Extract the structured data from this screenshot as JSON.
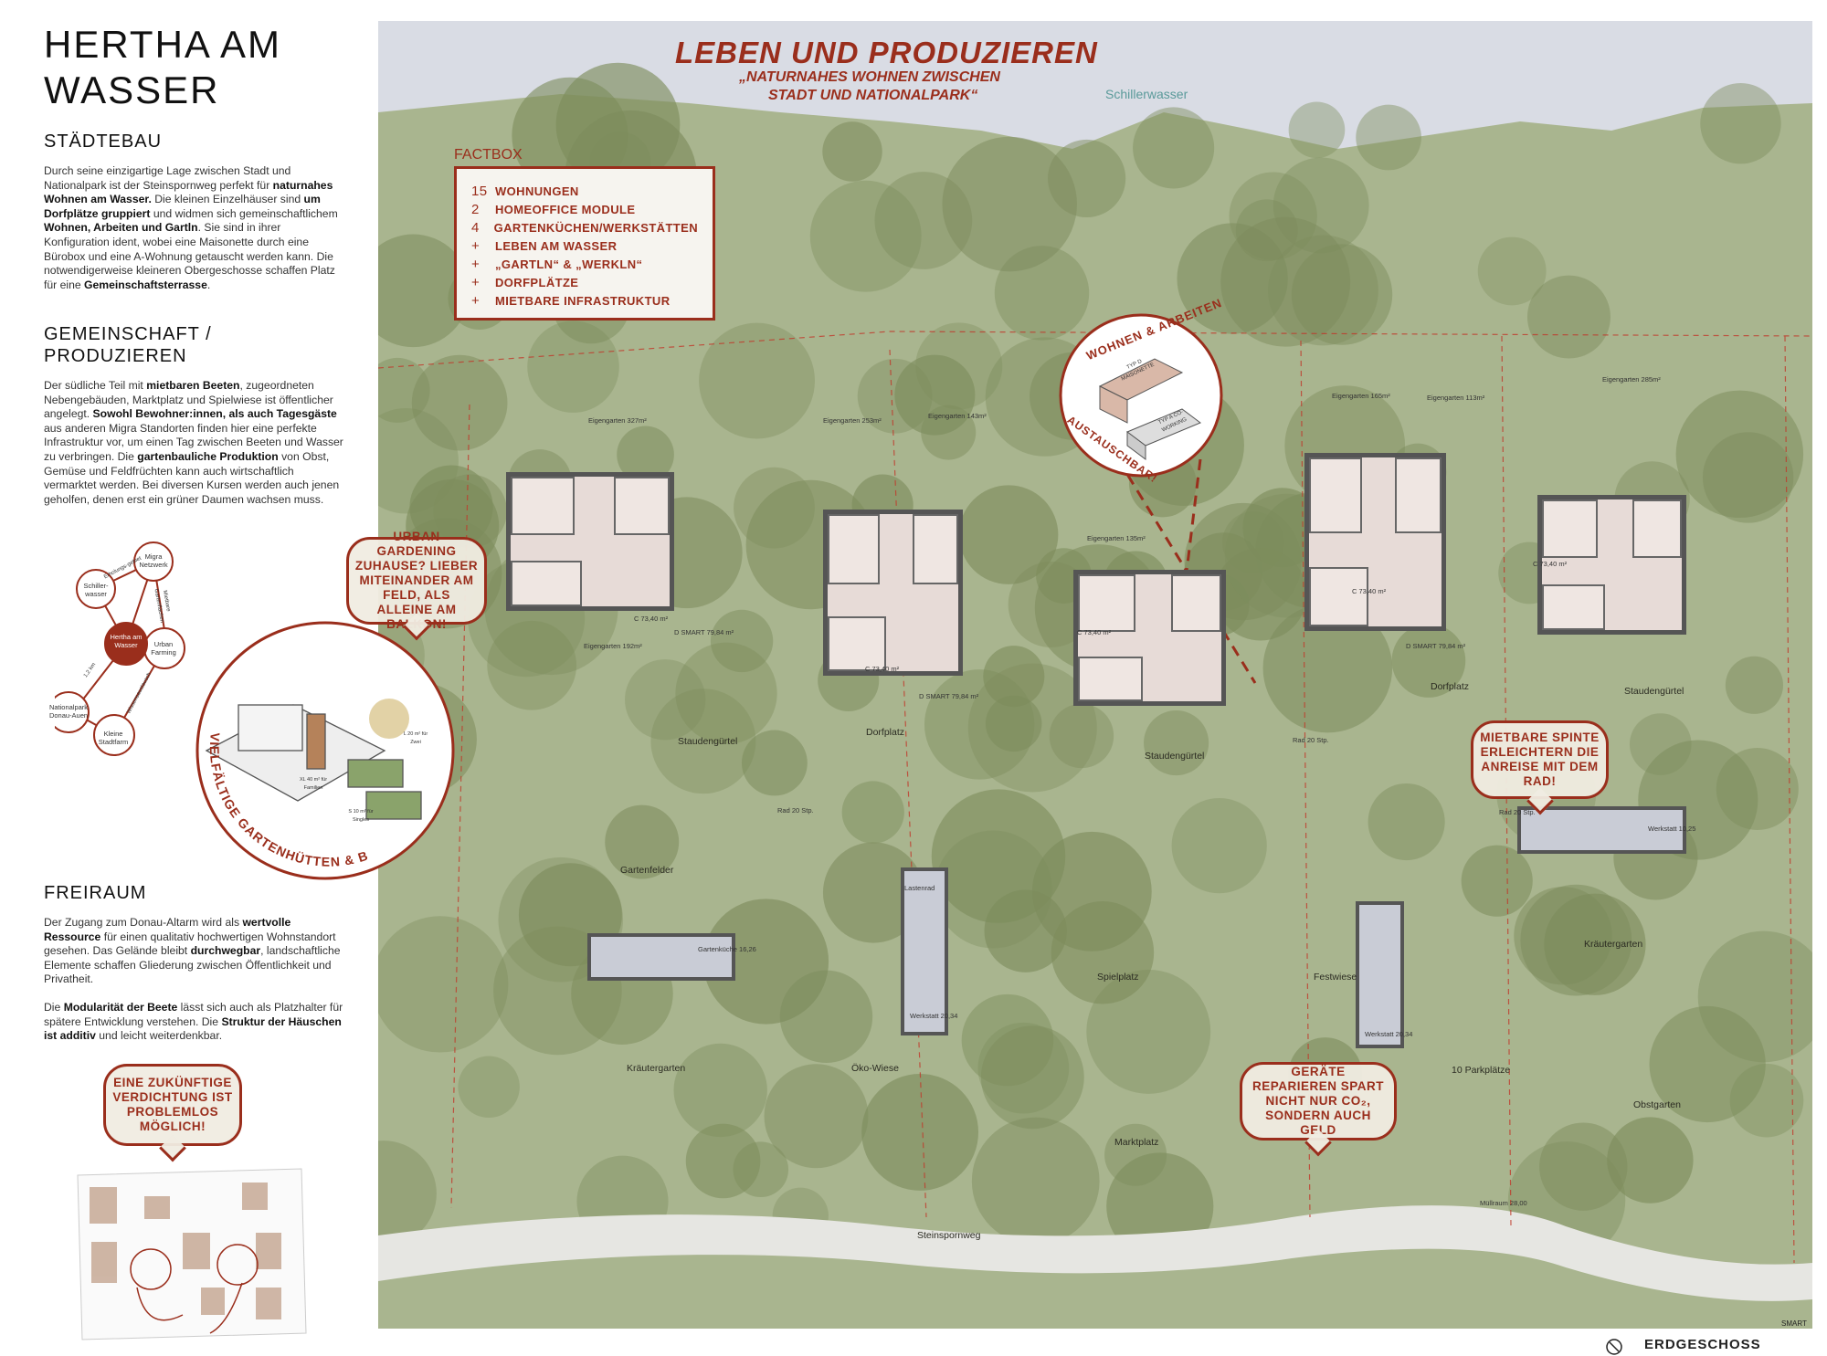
{
  "title": "HERTHA AM WASSER",
  "sections": [
    {
      "heading": "STÄDTEBAU",
      "paragraphs": [
        [
          {
            "t": "Durch seine einzigartige Lage zwischen Stadt und Nationalpark ist der Steinspornweg perfekt für "
          },
          {
            "t": "naturnahes Wohnen am Wasser.",
            "b": true
          },
          {
            "t": " Die kleinen Einzelhäuser sind "
          },
          {
            "t": "um Dorfplätze gruppiert",
            "b": true
          },
          {
            "t": " und widmen sich gemeinschaftlichem "
          },
          {
            "t": "Wohnen, Arbeiten und Gartln",
            "b": true
          },
          {
            "t": ". Sie sind in ihrer Konfiguration ident, wobei eine Maisonette durch eine Bürobox und eine A-Wohnung getauscht werden kann. Die notwendigerweise kleineren Obergeschosse schaffen Platz für eine "
          },
          {
            "t": "Gemeinschaftsterrasse",
            "b": true
          },
          {
            "t": "."
          }
        ]
      ]
    },
    {
      "heading": "GEMEINSCHAFT / PRODUZIEREN",
      "paragraphs": [
        [
          {
            "t": "Der südliche Teil mit "
          },
          {
            "t": "mietbaren Beeten",
            "b": true
          },
          {
            "t": ", zugeordneten Nebengebäuden,  Marktplatz und Spielwiese ist öffentlicher angelegt. "
          },
          {
            "t": "Sowohl Bewohner:innen, als auch Tagesgäste",
            "b": true
          },
          {
            "t": " aus anderen Migra Standorten finden hier eine perfekte Infrastruktur vor, um einen Tag zwischen Beeten und Wasser zu verbringen. Die "
          },
          {
            "t": "gartenbauliche Produktion",
            "b": true
          },
          {
            "t": " von Obst, Gemüse und Feldfrüchten kann auch wirtschaftlich vermarktet werden. Bei diversen Kursen werden auch jenen geholfen, denen erst ein grüner Daumen wachsen muss."
          }
        ]
      ]
    },
    {
      "heading": "FREIRAUM",
      "paragraphs": [
        [
          {
            "t": "Der Zugang zum Donau-Altarm wird als "
          },
          {
            "t": "wertvolle Ressource",
            "b": true
          },
          {
            "t": " für einen qualitativ hochwertigen Wohnstandort gesehen. Das Gelände bleibt "
          },
          {
            "t": "durchwegbar",
            "b": true
          },
          {
            "t": ", landschaftliche Elemente schaffen Gliederung zwischen Öffentlichkeit und Privatheit."
          }
        ],
        [
          {
            "t": "Die "
          },
          {
            "t": "Modularität der Beete",
            "b": true
          },
          {
            "t": " lässt sich auch als Platzhalter für spätere Entwicklung verstehen. Die "
          },
          {
            "t": "Struktur der Häuschen ist additiv",
            "b": true
          },
          {
            "t": " und leicht weiterdenkbar."
          }
        ]
      ]
    }
  ],
  "network": {
    "center": "Hertha am Wasser",
    "nodes": [
      "Migra Netzwerk",
      "Schiller-wasser",
      "Urban Farming",
      "Nationalpark Donau-Auen",
      "Kleine Stadtfarm"
    ],
    "links": [
      "Erholungs-gebiet",
      "Mietbare Gartenflächen",
      "1,2 km",
      "Wissensaustausch"
    ]
  },
  "bubbles": {
    "urban": "URBAN GARDENING ZUHAUSE? LIEBER MITEINANDER AM FELD, ALS ALLEINE AM BALKON!",
    "density": "EINE ZUKÜNFTIGE VERDICHTUNG IST PROBLEMLOS MÖGLICH!",
    "spinte": "MIETBARE SPINTE ERLEICHTERN DIE ANREISE MIT DEM RAD!",
    "repair": "GERÄTE REPARIEREN SPART NICHT NUR CO₂, SONDERN AUCH GELD"
  },
  "huts_caption": "VIELFÄLTIGE GARTENHÜTTEN & BEETE",
  "huts_labels": [
    "L 20 m² für Zwei",
    "XL 40 m² für Familien",
    "S 10 m² für Singles"
  ],
  "map": {
    "title": "LEBEN UND PRODUZIEREN",
    "subtitle1": "„NATURNAHES WOHNEN ZWISCHEN",
    "subtitle2": "STADT UND NATIONALPARK“",
    "water": "Schillerwasser",
    "factbox": {
      "label": "FACTBOX",
      "rows": [
        {
          "n": "15",
          "t": "WOHNUNGEN"
        },
        {
          "n": "2",
          "t": "HOMEOFFICE MODULE"
        },
        {
          "n": "4",
          "t": "GARTENKÜCHEN/WERKSTÄTTEN"
        },
        {
          "n": "+",
          "t": "LEBEN AM WASSER"
        },
        {
          "n": "+",
          "t": "„GARTLN“ & „WERKLN“"
        },
        {
          "n": "+",
          "t": "DORFPLÄTZE"
        },
        {
          "n": "+",
          "t": "MIETBARE INFRASTRUKTUR"
        }
      ]
    },
    "swap": {
      "top": "WOHNEN & ARBEITEN",
      "bottom": "AUSTAUSCHBAR!",
      "typ_d": "TYP D MAISONETTE",
      "typ_a": "TYP A CO-WORKING"
    },
    "places": [
      "Staudengürtel",
      "Dorfplatz",
      "Staudengürtel",
      "Dorfplatz",
      "Staudengürtel",
      "Gartenfelder",
      "Kräutergarten",
      "Öko-Wiese",
      "Spielplatz",
      "Festwiese",
      "Marktplatz",
      "10 Parkplätze",
      "Kräutergarten",
      "Obstgarten",
      "Steinspornweg"
    ],
    "gardens": [
      "Eigengarten 327m²",
      "Eigengarten 253m²",
      "Eigengarten 143m²",
      "Eigengarten 135m²",
      "Eigengarten 165m²",
      "Eigengarten 113m²",
      "Eigengarten 285m²",
      "Eigengarten 192m²"
    ],
    "units": [
      "C 73,40 m²",
      "D SMART 79,84 m²",
      "C 73,40 m²",
      "D SMART 79,84 m²",
      "C 73,40 m²",
      "C 73,40 m²",
      "D SMART 79,84 m²",
      "C 73,40 m²"
    ],
    "bike": [
      "Rad 20 Stp.",
      "Rad 20 Stp.",
      "Rad 20 Stp."
    ],
    "sheds": [
      "Gartenküche 16,26",
      "Lastenrad",
      "Werkstatt 20,34",
      "Werkstatt 20,34",
      "Werkstatt 10,25",
      "Müllraum 28,00"
    ],
    "footer": "ERDGESCHOSS",
    "smart": "SMART"
  }
}
